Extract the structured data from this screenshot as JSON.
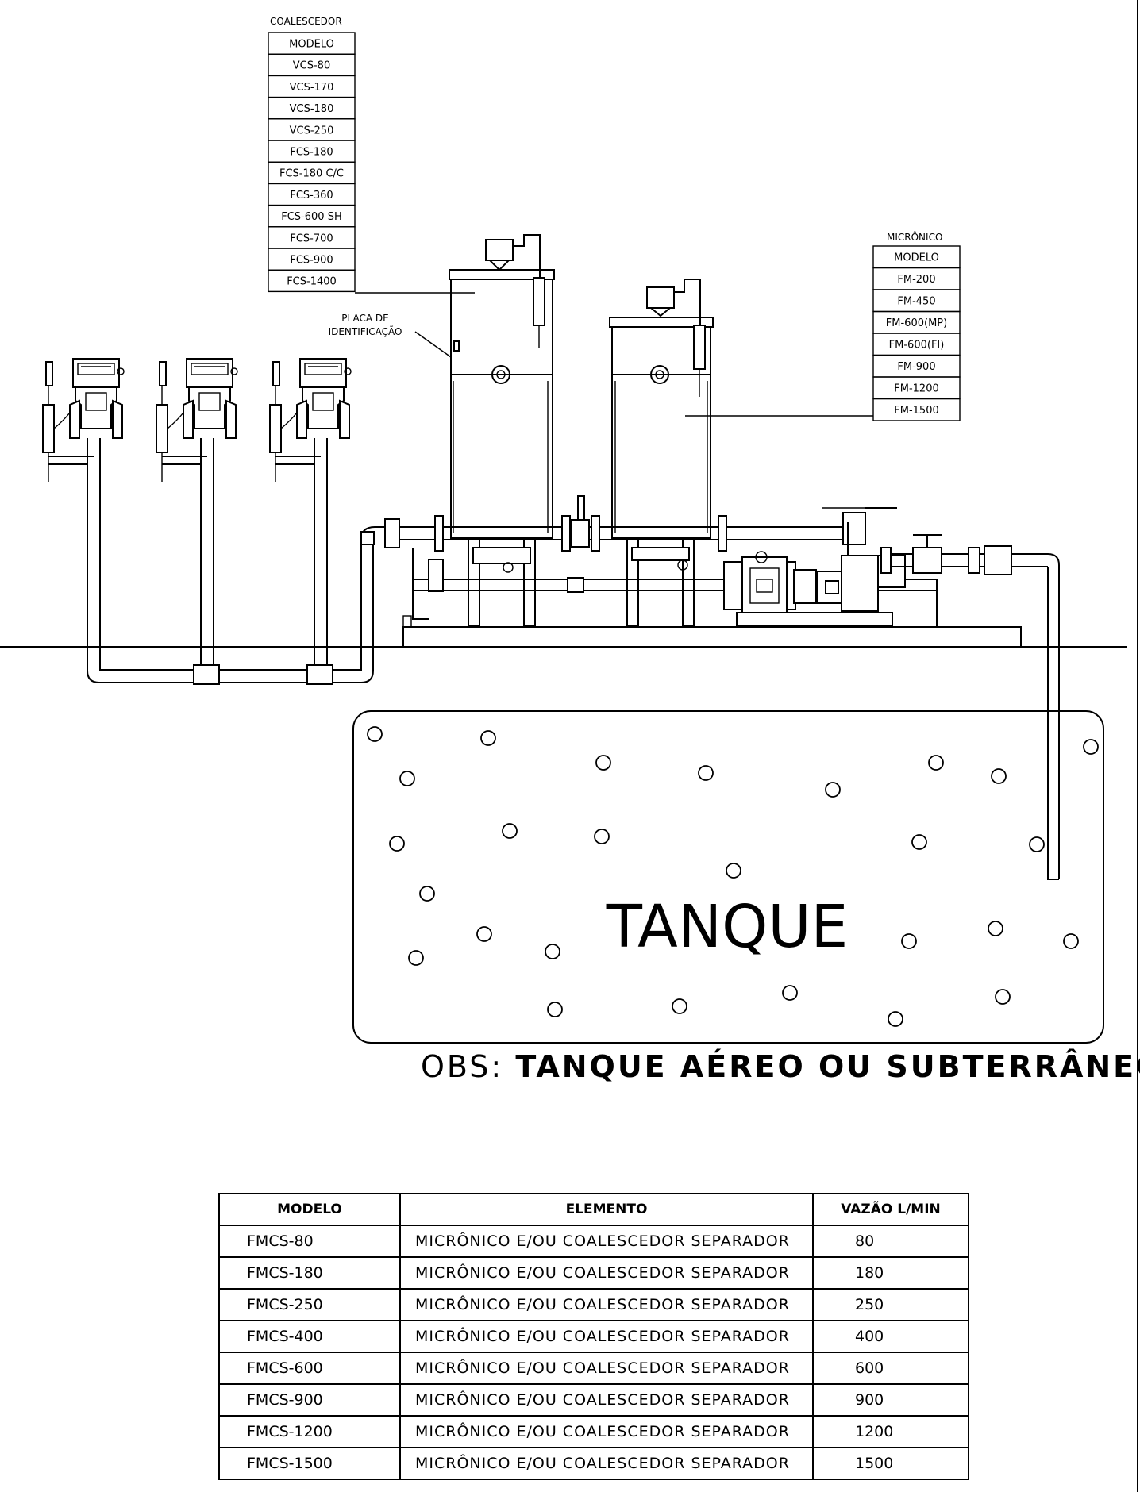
{
  "coalescedor": {
    "title": "COALESCEDOR",
    "header": "MODELO",
    "models": [
      "VCS-80",
      "VCS-170",
      "VCS-180",
      "VCS-250",
      "FCS-180",
      "FCS-180 C/C",
      "FCS-360",
      "FCS-600 SH",
      "FCS-700",
      "FCS-900",
      "FCS-1400"
    ]
  },
  "micronico": {
    "title": "MICRÔNICO",
    "header": "MODELO",
    "models": [
      "FM-200",
      "FM-450",
      "FM-600(MP)",
      "FM-600(FI)",
      "FM-900",
      "FM-1200",
      "FM-1500"
    ]
  },
  "placa_label": [
    "PLACA DE",
    "IDENTIFICAÇÃO"
  ],
  "tank_label": "TANQUE",
  "obs": {
    "lead": "OBS:",
    "text": "TANQUE AÉREO OU SUBTERRÂNEO"
  },
  "table": {
    "headers": [
      "MODELO",
      "ELEMENTO",
      "VAZÃO L/MIN"
    ],
    "rows": [
      {
        "model": "FMCS-80",
        "element": "MICRÔNICO E/OU COALESCEDOR SEPARADOR",
        "flow": "80"
      },
      {
        "model": "FMCS-180",
        "element": "MICRÔNICO E/OU COALESCEDOR SEPARADOR",
        "flow": "180"
      },
      {
        "model": "FMCS-250",
        "element": "MICRÔNICO E/OU COALESCEDOR SEPARADOR",
        "flow": "250"
      },
      {
        "model": "FMCS-400",
        "element": "MICRÔNICO E/OU COALESCEDOR SEPARADOR",
        "flow": "400"
      },
      {
        "model": "FMCS-600",
        "element": "MICRÔNICO E/OU COALESCEDOR SEPARADOR",
        "flow": "600"
      },
      {
        "model": "FMCS-900",
        "element": "MICRÔNICO E/OU COALESCEDOR SEPARADOR",
        "flow": "900"
      },
      {
        "model": "FMCS-1200",
        "element": "MICRÔNICO E/OU COALESCEDOR SEPARADOR",
        "flow": "1200"
      },
      {
        "model": "FMCS-1500",
        "element": "MICRÔNICO E/OU COALESCEDOR SEPARADOR",
        "flow": "1500"
      }
    ]
  }
}
